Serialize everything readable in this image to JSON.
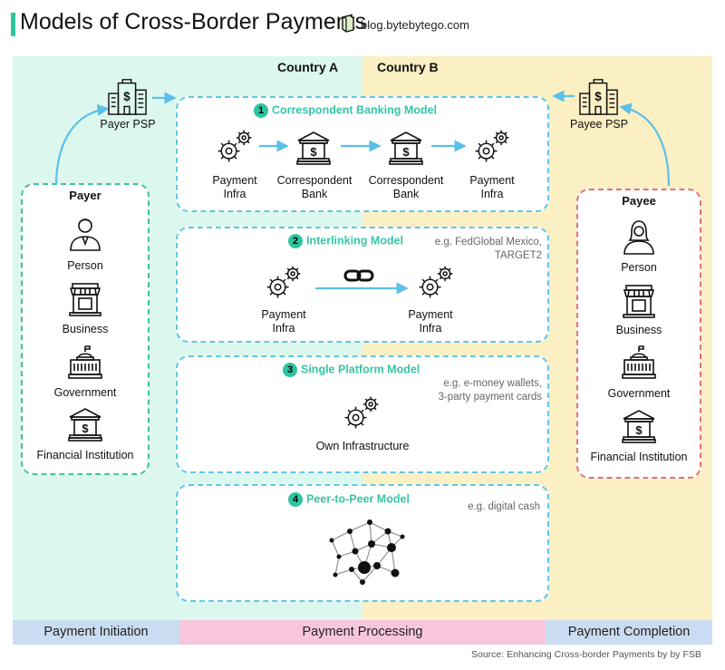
{
  "header": {
    "title": "Models of Cross-Border Payments",
    "blog": "blog.bytebytego.com"
  },
  "regions": {
    "country_a": "Country A",
    "country_b": "Country B"
  },
  "payer_psp": "Payer PSP",
  "payee_psp": "Payee PSP",
  "payer": {
    "title": "Payer",
    "items": [
      "Person",
      "Business",
      "Government",
      "Financial Institution"
    ]
  },
  "payee": {
    "title": "Payee",
    "items": [
      "Person",
      "Business",
      "Government",
      "Financial Institution"
    ]
  },
  "models": [
    {
      "number": "1",
      "title": "Correspondent Banking Model",
      "nodes": [
        {
          "line1": "Payment",
          "line2": "Infra"
        },
        {
          "line1": "Correspondent",
          "line2": "Bank"
        },
        {
          "line1": "Correspondent",
          "line2": "Bank"
        },
        {
          "line1": "Payment",
          "line2": "Infra"
        }
      ]
    },
    {
      "number": "2",
      "title": "Interlinking Model",
      "note_line1": "e.g. FedGlobal Mexico,",
      "note_line2": "TARGET2",
      "nodes": [
        {
          "line1": "Payment",
          "line2": "Infra"
        },
        {
          "line1": "Payment",
          "line2": "Infra"
        }
      ]
    },
    {
      "number": "3",
      "title": "Single Platform Model",
      "note_line1": "e.g. e-money wallets,",
      "note_line2": "3-party payment cards",
      "node": "Own Infrastructure"
    },
    {
      "number": "4",
      "title": "Peer-to-Peer Model",
      "note_line1": "e.g. digital cash"
    }
  ],
  "phases": {
    "initiation": "Payment Initiation",
    "processing": "Payment Processing",
    "completion": "Payment Completion"
  },
  "source": "Source: Enhancing Cross-border Payments by by FSB",
  "colors": {
    "country_a_bg": "#dcf8ee",
    "country_b_bg": "#fbefc4",
    "accent_green": "#2ec4a0",
    "model_border": "#5fc6e8",
    "payer_border": "#3ec49a",
    "payee_border": "#e0737a",
    "arrow": "#5bc0e8",
    "phase_initiation": "#c9dcf2",
    "phase_processing": "#f8c6dc",
    "phase_completion": "#c9dcf2"
  }
}
